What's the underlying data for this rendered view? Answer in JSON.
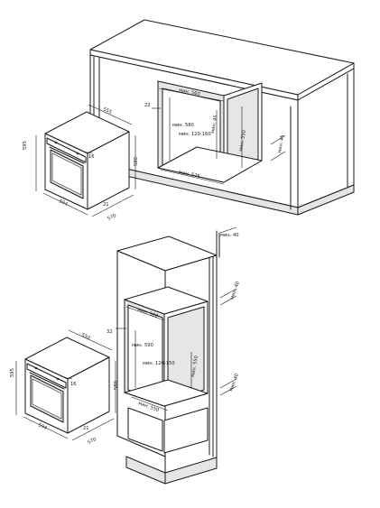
{
  "top_section": {
    "oven": {
      "depth_top": "555",
      "height_left": "595",
      "height_side": "580",
      "handle_offset": "16",
      "width_bottom": "594",
      "door_depth": "21",
      "side_depth": "570"
    },
    "niche": {
      "width_min": "мин. 560",
      "offset_top": "22",
      "height_min": "мин. 580",
      "ventilation": "мин. 120-160",
      "depth_min": "мин. 576",
      "vent_depth": "мин. 45",
      "side_depth": "мин. 550",
      "side_vent": "мин. 45"
    }
  },
  "bottom_section": {
    "oven": {
      "depth_top": "550",
      "height_left": "595",
      "height_side": "580",
      "handle_offset": "16",
      "width_bottom": "594",
      "door_depth": "21",
      "side_depth": "570"
    },
    "column": {
      "top_gap": "мин. 40",
      "width_min": "мин. 560",
      "offset_top": "32",
      "height_min": "мин. 590",
      "ventilation": "мин. 120-150",
      "depth_min": "мин. 550",
      "vent_top": "мин. 40",
      "vent_bottom": "мин. 40",
      "bottom_depth": "мин. 550"
    }
  }
}
